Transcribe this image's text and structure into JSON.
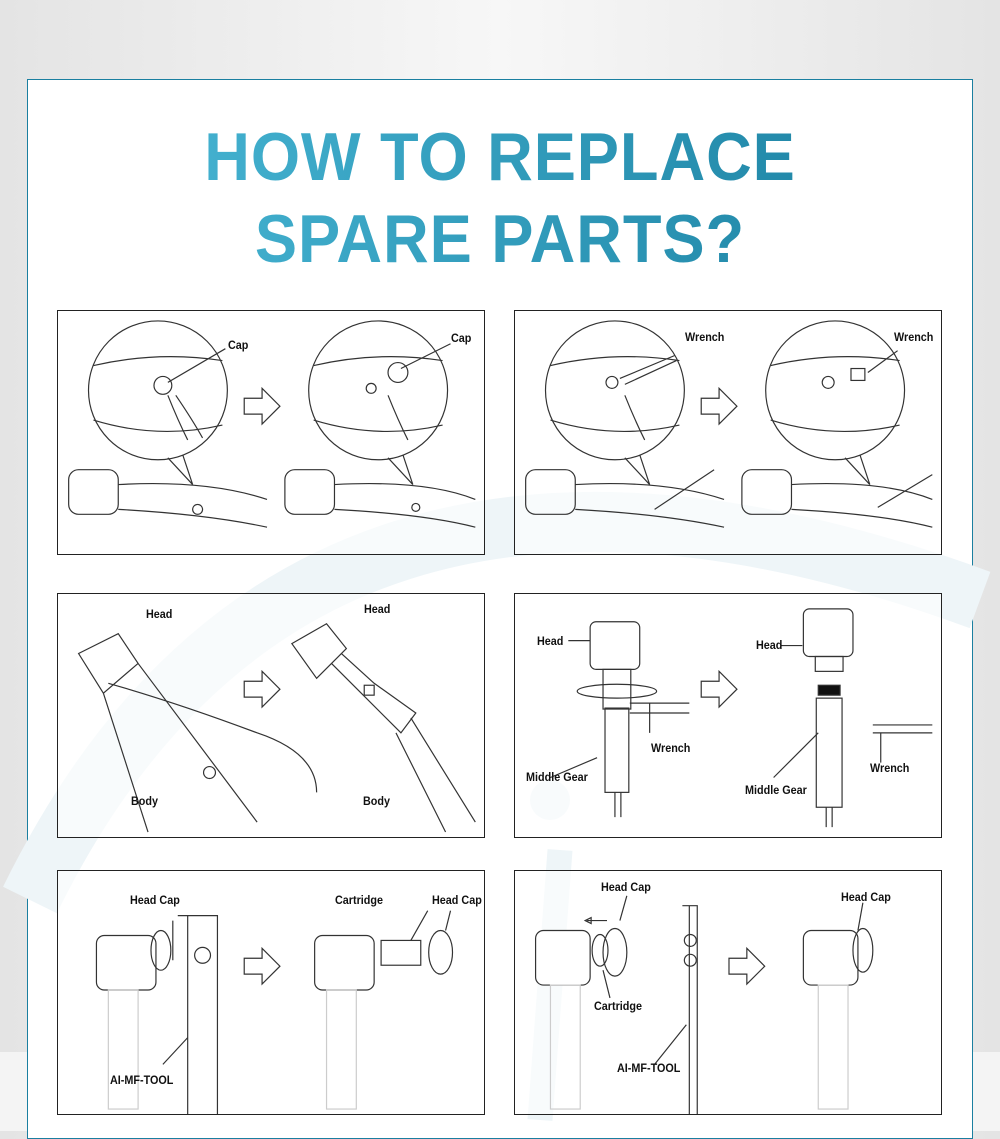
{
  "title": {
    "line1": "HOW TO REPLACE",
    "line2": "SPARE PARTS?"
  },
  "colors": {
    "title_start": "#4bbad8",
    "title_end": "#1a7fa0",
    "border": "#1a7fa0"
  },
  "steps": [
    {
      "labels": [
        "Cap",
        "Cap"
      ]
    },
    {
      "labels": [
        "Wrench",
        "Wrench"
      ]
    },
    {
      "labels": [
        "Head",
        "Head",
        "Body",
        "Body"
      ]
    },
    {
      "labels": [
        "Head",
        "Head",
        "Wrench",
        "Middle Gear",
        "Middle Gear",
        "Wrench"
      ]
    },
    {
      "labels": [
        "Head Cap",
        "Cartridge",
        "Head Cap",
        "AI-MF-TOOL"
      ]
    },
    {
      "labels": [
        "Head Cap",
        "Cartridge",
        "AI-MF-TOOL",
        "Head Cap"
      ]
    }
  ]
}
